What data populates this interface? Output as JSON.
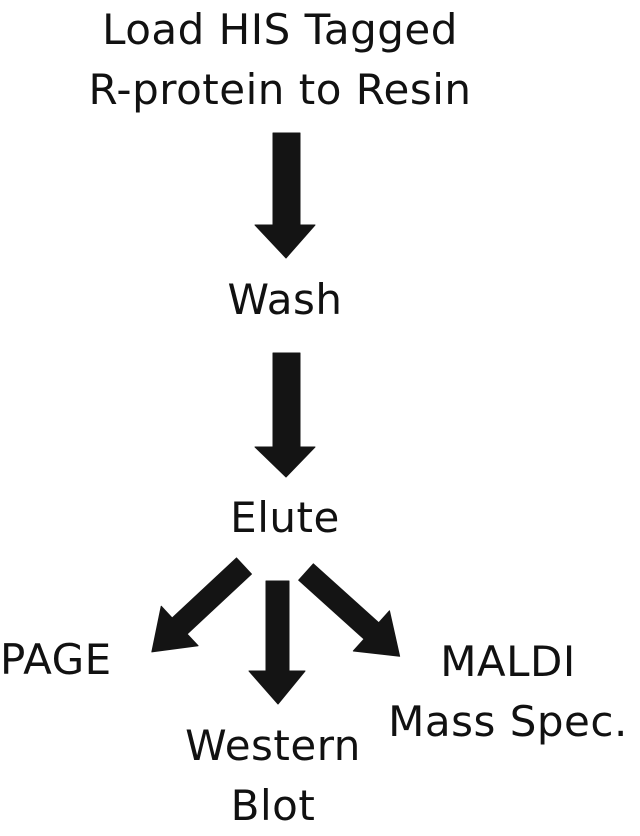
{
  "diagram": {
    "steps": [
      {
        "id": "load",
        "lines": [
          "Load HIS Tagged",
          "R-protein to Resin"
        ]
      },
      {
        "id": "wash",
        "lines": [
          "Wash"
        ]
      },
      {
        "id": "elute",
        "lines": [
          "Elute"
        ]
      }
    ],
    "outputs": [
      {
        "id": "page",
        "lines": [
          "PAGE"
        ]
      },
      {
        "id": "western",
        "lines": [
          "Western",
          "Blot"
        ]
      },
      {
        "id": "maldi",
        "lines": [
          "MALDI",
          "Mass Spec."
        ]
      }
    ],
    "arrow_color": "#141414",
    "text_color": "#111111"
  }
}
